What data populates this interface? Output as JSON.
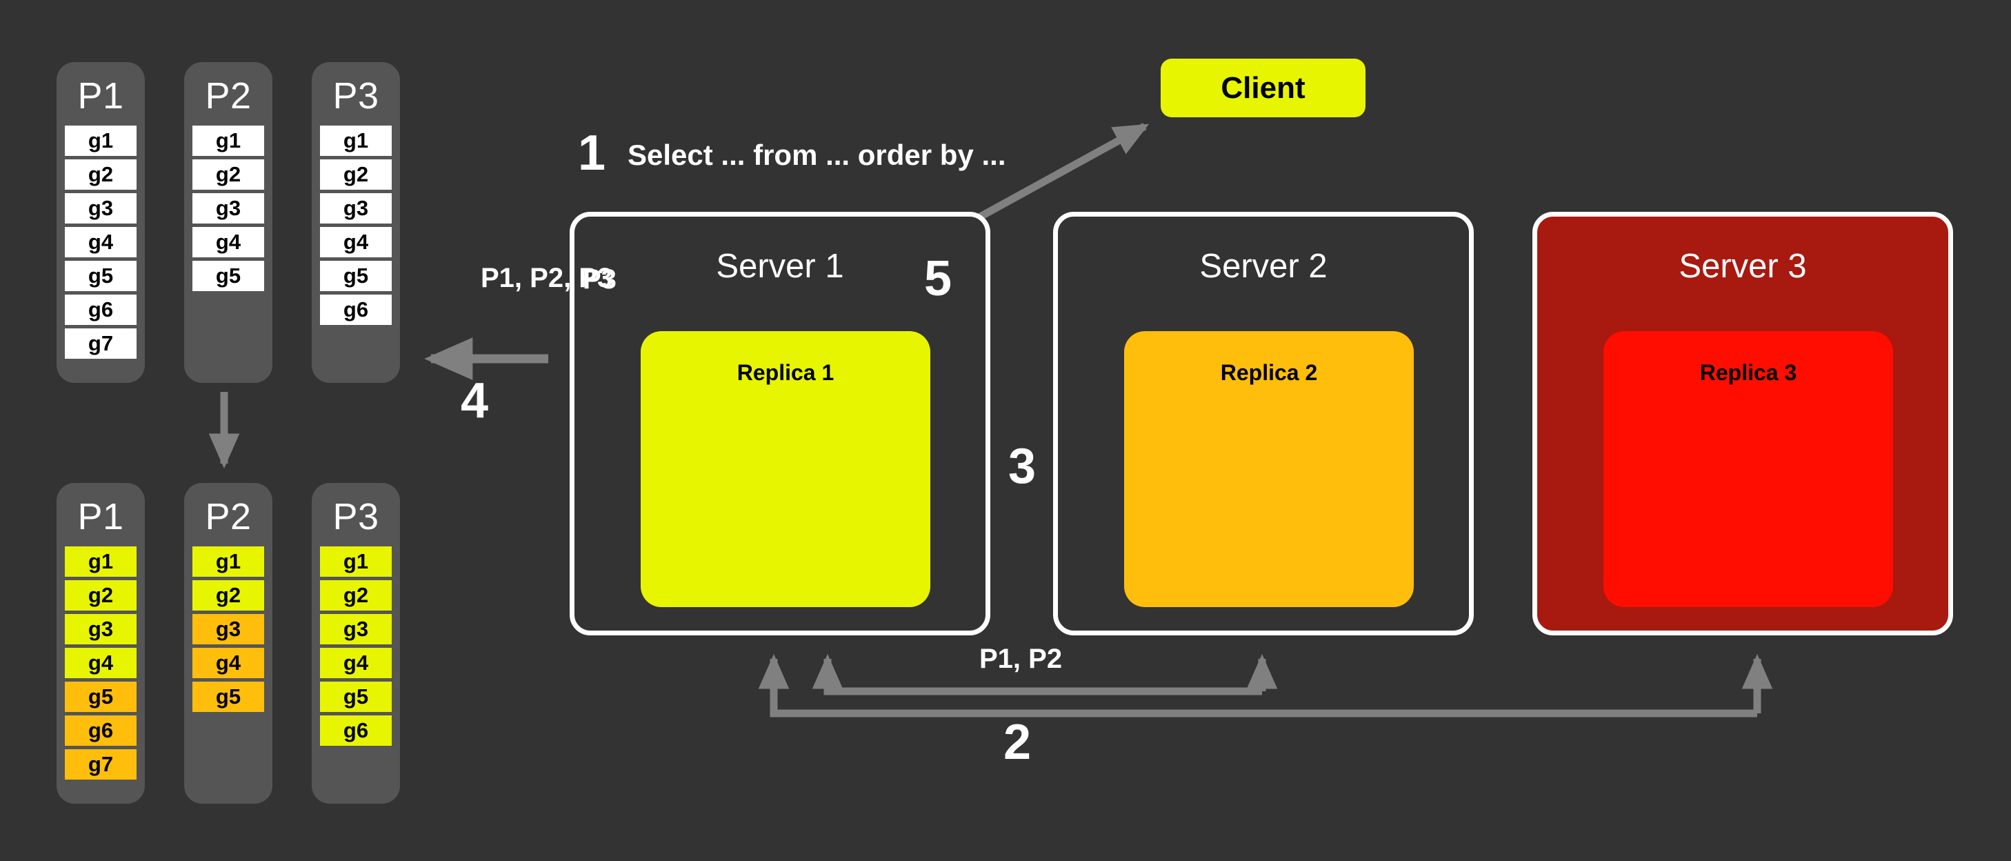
{
  "background_color": "#333333",
  "palette": {
    "yellow": "#e8f500",
    "orange": "#ffbe0b",
    "red_bright": "#ff0d00",
    "red_dark": "#a8190f",
    "white": "#ffffff",
    "gray_partition": "#555555",
    "arrow_gray": "#808080"
  },
  "partitions_before": {
    "group_label": "before-repartition",
    "columns": [
      {
        "name": "P1",
        "cells": [
          {
            "label": "g1",
            "color": "white"
          },
          {
            "label": "g2",
            "color": "white"
          },
          {
            "label": "g3",
            "color": "white"
          },
          {
            "label": "g4",
            "color": "white"
          },
          {
            "label": "g5",
            "color": "white"
          },
          {
            "label": "g6",
            "color": "white"
          },
          {
            "label": "g7",
            "color": "white"
          }
        ]
      },
      {
        "name": "P2",
        "cells": [
          {
            "label": "g1",
            "color": "white"
          },
          {
            "label": "g2",
            "color": "white"
          },
          {
            "label": "g3",
            "color": "white"
          },
          {
            "label": "g4",
            "color": "white"
          },
          {
            "label": "g5",
            "color": "white"
          }
        ]
      },
      {
        "name": "P3",
        "cells": [
          {
            "label": "g1",
            "color": "white"
          },
          {
            "label": "g2",
            "color": "white"
          },
          {
            "label": "g3",
            "color": "white"
          },
          {
            "label": "g4",
            "color": "white"
          },
          {
            "label": "g5",
            "color": "white"
          },
          {
            "label": "g6",
            "color": "white"
          }
        ]
      }
    ]
  },
  "partitions_after": {
    "group_label": "after-repartition",
    "columns": [
      {
        "name": "P1",
        "cells": [
          {
            "label": "g1",
            "color": "yellow"
          },
          {
            "label": "g2",
            "color": "yellow"
          },
          {
            "label": "g3",
            "color": "yellow"
          },
          {
            "label": "g4",
            "color": "yellow"
          },
          {
            "label": "g5",
            "color": "orange"
          },
          {
            "label": "g6",
            "color": "orange"
          },
          {
            "label": "g7",
            "color": "orange"
          }
        ]
      },
      {
        "name": "P2",
        "cells": [
          {
            "label": "g1",
            "color": "yellow"
          },
          {
            "label": "g2",
            "color": "yellow"
          },
          {
            "label": "g3",
            "color": "orange"
          },
          {
            "label": "g4",
            "color": "orange"
          },
          {
            "label": "g5",
            "color": "orange"
          }
        ]
      },
      {
        "name": "P3",
        "cells": [
          {
            "label": "g1",
            "color": "yellow"
          },
          {
            "label": "g2",
            "color": "yellow"
          },
          {
            "label": "g3",
            "color": "yellow"
          },
          {
            "label": "g4",
            "color": "yellow"
          },
          {
            "label": "g5",
            "color": "yellow"
          },
          {
            "label": "g6",
            "color": "yellow"
          }
        ]
      }
    ]
  },
  "client": {
    "label": "Client"
  },
  "servers": [
    {
      "title": "Server 1",
      "replica": "Replica 1",
      "replica_color": "#e8f500",
      "box_fill": "#333333",
      "border": "#ffffff"
    },
    {
      "title": "Server 2",
      "replica": "Replica 2",
      "replica_color": "#ffbe0b",
      "box_fill": "#333333",
      "border": "#ffffff"
    },
    {
      "title": "Server 3",
      "replica": "Replica 3",
      "replica_color": "#ff0d00",
      "box_fill": "#a8190f",
      "border": "#ffffff"
    }
  ],
  "steps": [
    {
      "number": "1",
      "text": "Select ... from ... order by ..."
    },
    {
      "number": "2",
      "text": "P1, P2"
    },
    {
      "number": "3",
      "text": ""
    },
    {
      "number": "4",
      "text": "P1, P2, P3"
    },
    {
      "number": "5",
      "text": ""
    }
  ],
  "labels": {
    "step1_number": "1",
    "step1_query": "Select ... from ... order by ...",
    "step2_number": "2",
    "step2_partitions": "P1, P2",
    "step3_number": "3",
    "step4_number": "4",
    "step4_partitions": "P1, P2, P3",
    "step5_number": "5",
    "server1_inner_partition": "P3"
  }
}
